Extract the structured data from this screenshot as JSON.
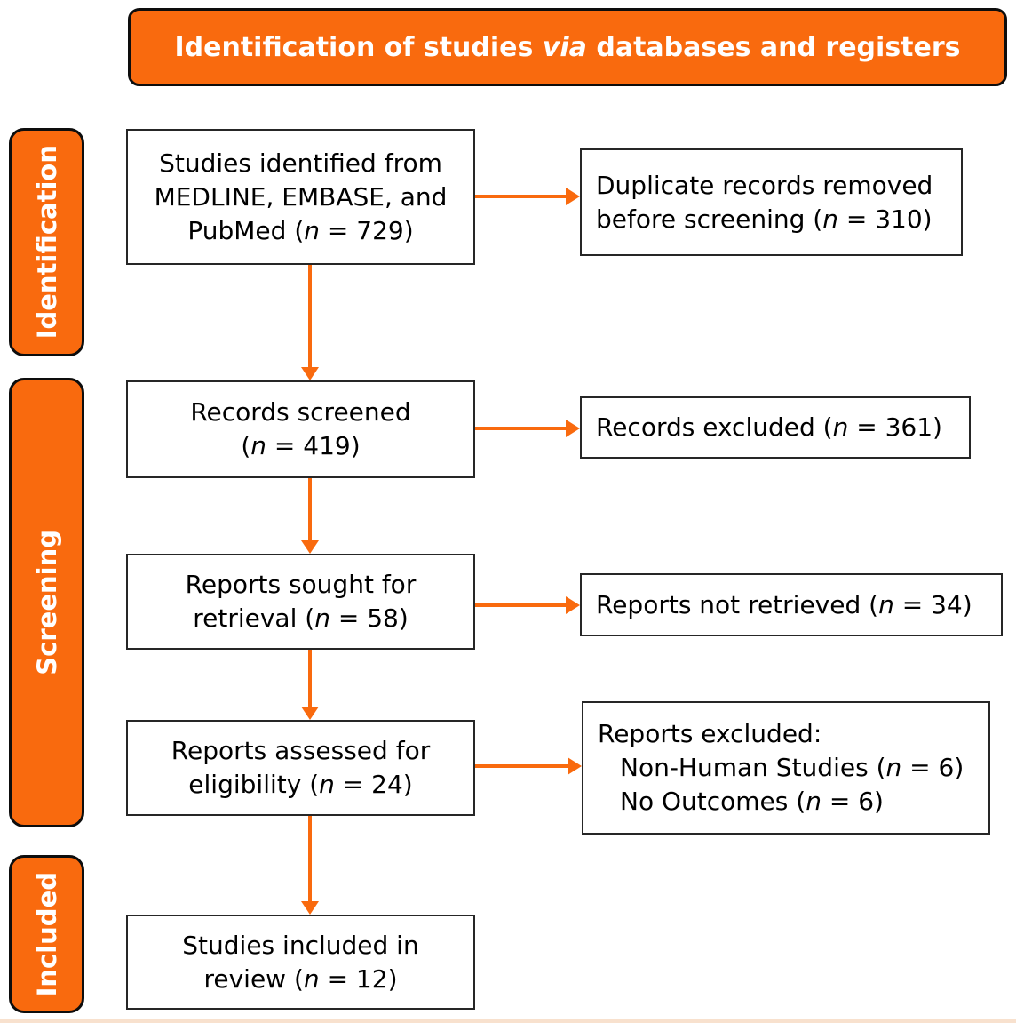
{
  "colors": {
    "accent_orange": "#F96A0E",
    "box_border": "#262626",
    "banner_border": "#0D0D0D",
    "label_text": "#FFFFFF",
    "body_text": "#000000"
  },
  "banner": {
    "pre": "Identification of studies ",
    "italic": "via",
    "post": " databases and registers"
  },
  "stages": [
    {
      "label": "Identification"
    },
    {
      "label": "Screening"
    },
    {
      "label": "Included"
    }
  ],
  "flow": {
    "left_boxes": [
      {
        "id": "studies-identified",
        "lines": [
          {
            "pre": "Studies identified from"
          },
          {
            "pre": "MEDLINE, EMBASE, and"
          },
          {
            "pre": "PubMed (",
            "italic": "n",
            "post": " = 729)"
          }
        ],
        "n": 729
      },
      {
        "id": "records-screened",
        "lines": [
          {
            "pre": "Records screened"
          },
          {
            "pre": "(",
            "italic": "n",
            "post": " = 419)"
          }
        ],
        "n": 419
      },
      {
        "id": "reports-sought",
        "lines": [
          {
            "pre": "Reports sought for"
          },
          {
            "pre": "retrieval (",
            "italic": "n",
            "post": " = 58)"
          }
        ],
        "n": 58
      },
      {
        "id": "reports-assessed",
        "lines": [
          {
            "pre": "Reports assessed for"
          },
          {
            "pre": "eligibility (",
            "italic": "n",
            "post": " = 24)"
          }
        ],
        "n": 24
      },
      {
        "id": "studies-included",
        "lines": [
          {
            "pre": "Studies included in"
          },
          {
            "pre": "review (",
            "italic": "n",
            "post": " = 12)"
          }
        ],
        "n": 12
      }
    ],
    "right_boxes": [
      {
        "id": "duplicates-removed",
        "lines": [
          {
            "pre": "Duplicate records removed"
          },
          {
            "pre": "before screening (",
            "italic": "n",
            "post": " = 310)"
          }
        ],
        "n": 310
      },
      {
        "id": "records-excluded",
        "lines": [
          {
            "pre": "Records excluded (",
            "italic": "n",
            "post": " = 361)"
          }
        ],
        "n": 361
      },
      {
        "id": "reports-not-retrieved",
        "lines": [
          {
            "pre": "Reports not retrieved (",
            "italic": "n",
            "post": " = 34)"
          }
        ],
        "n": 34
      },
      {
        "id": "reports-excluded",
        "lines": [
          {
            "pre": "Reports excluded:"
          },
          {
            "pre": "Non-Human Studies (",
            "italic": "n",
            "post": " = 6)"
          },
          {
            "pre": "No Outcomes (",
            "italic": "n",
            "post": " = 6)"
          }
        ]
      }
    ]
  }
}
